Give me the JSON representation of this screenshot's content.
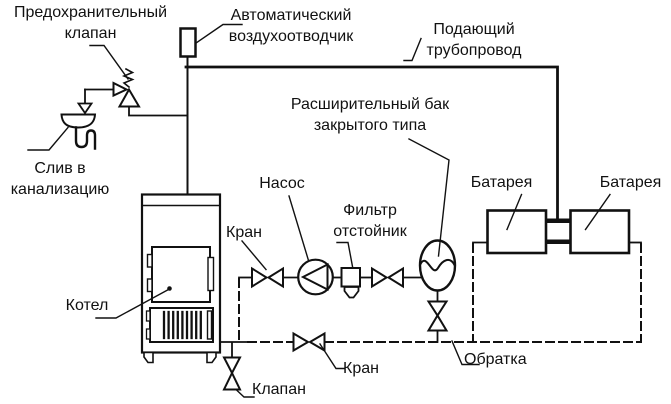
{
  "diagram": {
    "kind": "heating-system-schematic",
    "colors": {
      "line": "#111111",
      "background": "#ffffff"
    }
  },
  "labels": {
    "safety_valve_l1": "Предохранительный",
    "safety_valve_l2": "клапан",
    "air_vent_l1": "Автоматический",
    "air_vent_l2": "воздухоотводчик",
    "supply_l1": "Подающий",
    "supply_l2": "трубопровод",
    "tank_l1": "Расширительный бак",
    "tank_l2": "закрытого типа",
    "drain_l1": "Слив в",
    "drain_l2": "канализацию",
    "radiator_left": "Батарея",
    "radiator_right": "Батарея",
    "pump": "Насос",
    "filter_l1": "Фильтр",
    "filter_l2": "отстойник",
    "valve_supply_side": "Кран",
    "valve_return": "Кран",
    "boiler": "Котел",
    "drain_valve": "Клапан",
    "return_pipe": "Обратка"
  }
}
